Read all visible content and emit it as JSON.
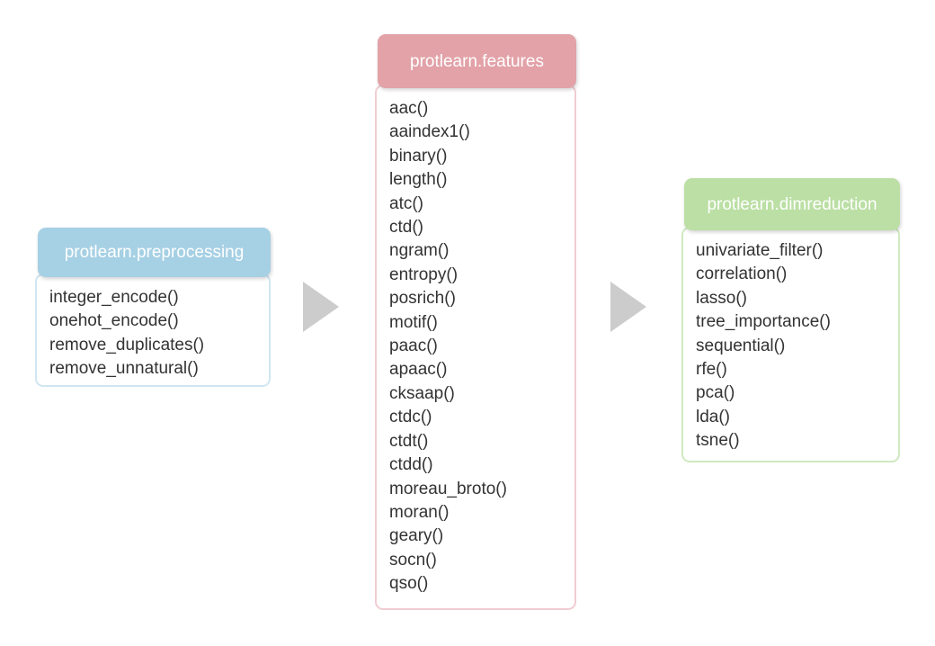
{
  "diagram": {
    "type": "pipeline-flow",
    "background": "#ffffff",
    "arrow_color": "#cccccc",
    "arrows": [
      {
        "name": "arrow-preprocessing-to-features"
      },
      {
        "name": "arrow-features-to-dimreduction"
      }
    ],
    "modules": [
      {
        "id": "preprocessing",
        "title": "protlearn.preprocessing",
        "header_color": "#a6d0e4",
        "border_color": "#cfe7f2",
        "functions": [
          "integer_encode()",
          "onehot_encode()",
          "remove_duplicates()",
          "remove_unnatural()"
        ]
      },
      {
        "id": "features",
        "title": "protlearn.features",
        "header_color": "#e2a2a8",
        "border_color": "#f0cdd2",
        "functions": [
          "aac()",
          "aaindex1()",
          "binary()",
          "length()",
          "atc()",
          "ctd()",
          "ngram()",
          "entropy()",
          "posrich()",
          "motif()",
          "paac()",
          "apaac()",
          "cksaap()",
          "ctdc()",
          "ctdt()",
          "ctdd()",
          "moreau_broto()",
          "moran()",
          "geary()",
          "socn()",
          "qso()"
        ]
      },
      {
        "id": "dimreduction",
        "title": "protlearn.dimreduction",
        "header_color": "#bbdfa4",
        "border_color": "#cfe9c2",
        "functions": [
          "univariate_filter()",
          "correlation()",
          "lasso()",
          "tree_importance()",
          "sequential()",
          "rfe()",
          "pca()",
          "lda()",
          "tsne()"
        ]
      }
    ]
  }
}
